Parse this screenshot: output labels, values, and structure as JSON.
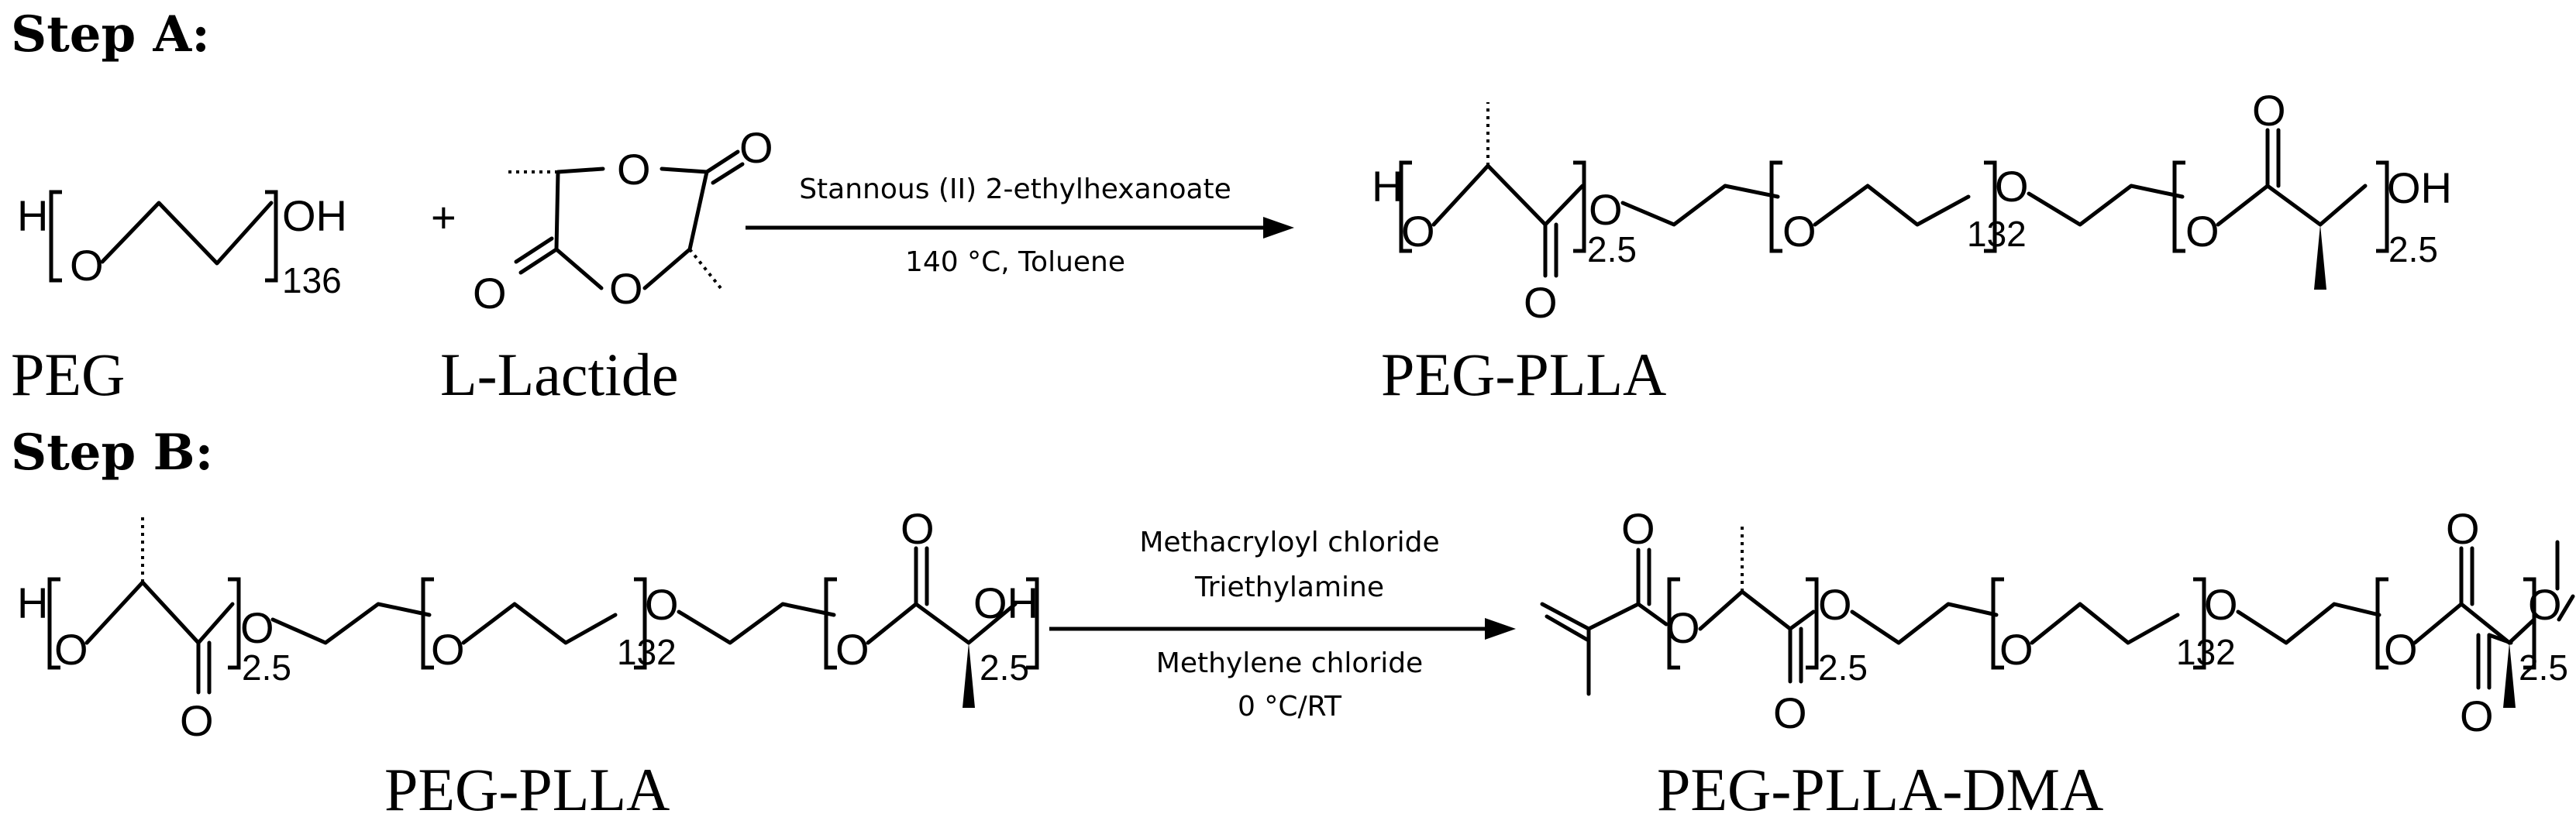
{
  "step_a": {
    "title": "Step A:",
    "peg": {
      "name": "PEG",
      "h": "H",
      "o": "O",
      "oh": "OH",
      "n": "136"
    },
    "plus": "+",
    "lactide": {
      "name": "L-Lactide",
      "o_ring": "O",
      "o_carbonyl": "O"
    },
    "conditions": {
      "above": "Stannous (II) 2-ethylhexanoate",
      "below": "140 °C, Toluene"
    },
    "product": {
      "name": "PEG-PLLA",
      "h": "H",
      "o": "O",
      "oh": "OH",
      "n_plla": "2.5",
      "n_peg": "132"
    }
  },
  "step_b": {
    "title": "Step B:",
    "reactant": {
      "name": "PEG-PLLA",
      "h": "H",
      "o": "O",
      "oh": "OH",
      "n_plla": "2.5",
      "n_peg": "132"
    },
    "conditions": {
      "line1": "Methacryloyl chloride",
      "line2": "Triethylamine",
      "line3": "Methylene chloride",
      "line4": "0 °C/RT"
    },
    "product": {
      "name": "PEG-PLLA-DMA",
      "o": "O",
      "n_plla": "2.5",
      "n_peg": "132"
    }
  }
}
